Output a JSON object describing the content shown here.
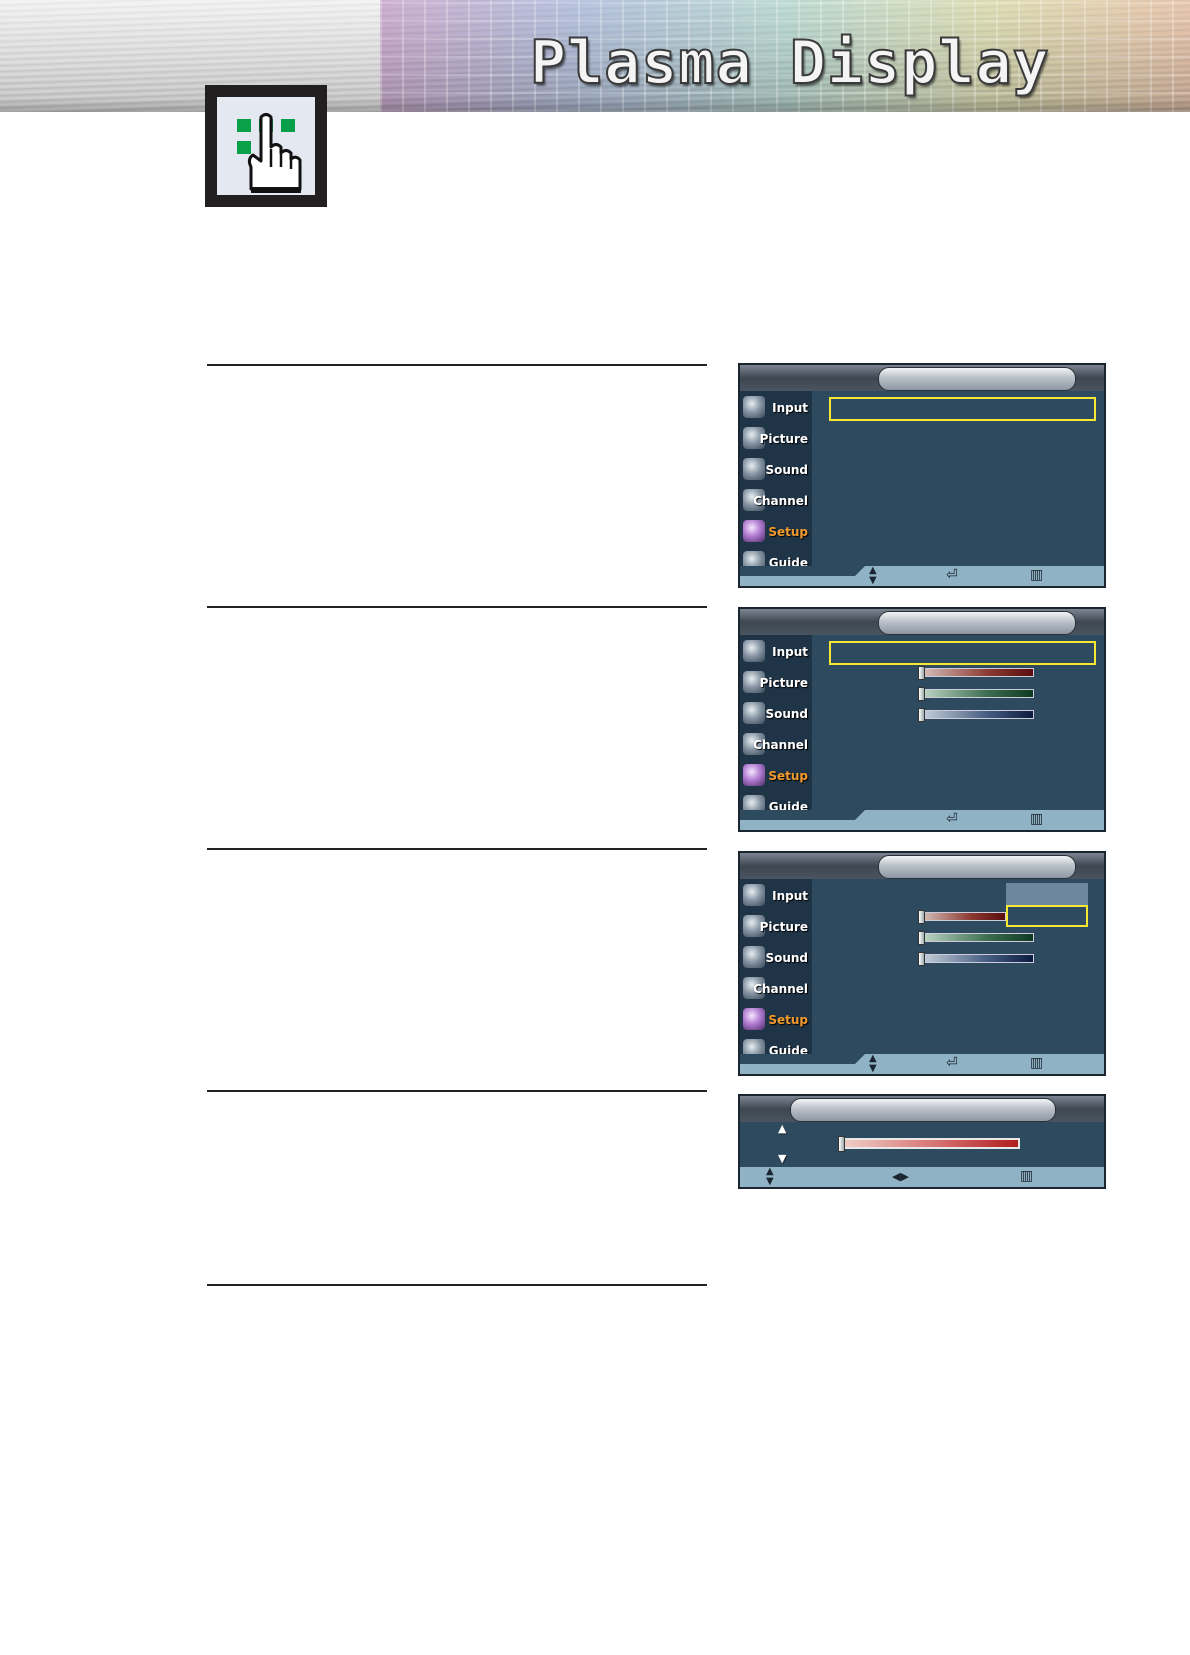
{
  "banner": {
    "title": "Plasma Display"
  },
  "section_icon": {
    "name": "setup-hand-icon"
  },
  "osd_menu": {
    "items": [
      {
        "label": "Input",
        "icon": "input-icon"
      },
      {
        "label": "Picture",
        "icon": "picture-icon"
      },
      {
        "label": "Sound",
        "icon": "sound-icon"
      },
      {
        "label": "Channel",
        "icon": "channel-icon"
      },
      {
        "label": "Setup",
        "icon": "setup-icon",
        "active": true
      },
      {
        "label": "Guide",
        "icon": "guide-icon"
      }
    ],
    "active_color": "#f29a2e",
    "highlight_color": "#f6e733"
  },
  "screens": [
    {
      "id": "screen-1",
      "sliders": 0,
      "nav_icons": [
        "up-down-arrows-icon",
        "enter-icon",
        "menu-icon"
      ]
    },
    {
      "id": "screen-2",
      "sliders": 3,
      "nav_icons": [
        "enter-icon",
        "menu-icon"
      ]
    },
    {
      "id": "screen-3",
      "sliders": 3,
      "nav_icons": [
        "up-down-arrows-icon",
        "enter-icon",
        "menu-icon"
      ]
    },
    {
      "id": "screen-4",
      "sliders": 1,
      "nav_icons": [
        "up-down-arrows-icon",
        "left-right-arrows-icon",
        "menu-icon"
      ]
    }
  ]
}
